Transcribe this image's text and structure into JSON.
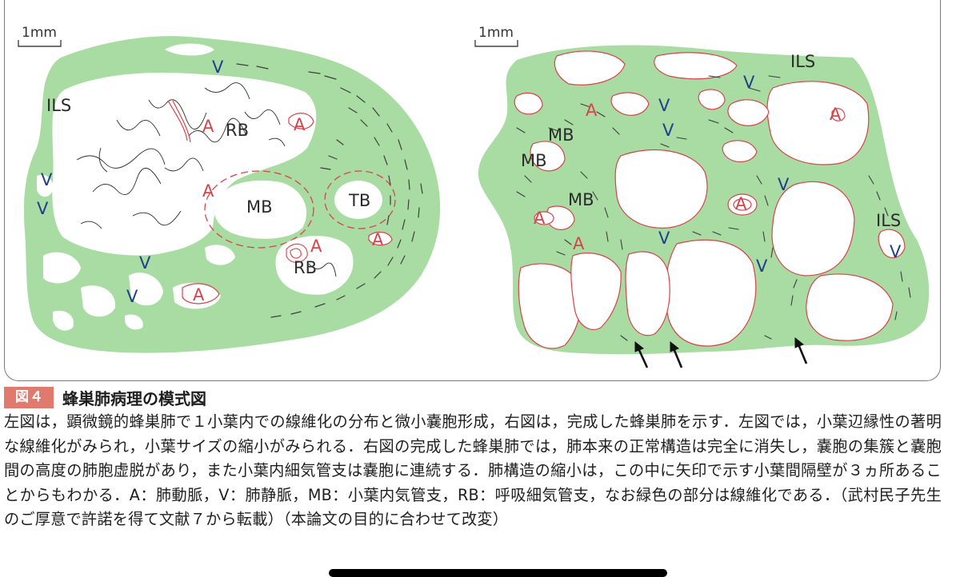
{
  "figure": {
    "badge": "図４",
    "title": "蜂巣肺病理の模式図",
    "caption": "左図は，顕微鏡的蜂巣肺で１小葉内での線維化の分布と微小嚢胞形成，右図は，完成した蜂巣肺を示す．左図では，小葉辺縁性の著明な線維化がみられ，小葉サイズの縮小がみられる．右図の完成した蜂巣肺では，肺本来の正常構造は完全に消失し，嚢胞の集簇と嚢胞間の高度の肺胞虚脱があり，また小葉内細気管支は嚢胞に連続する．肺構造の縮小は，この中に矢印で示す小葉間隔壁が３ヵ所あることからもわかる．A：肺動脈，V：肺静脈，MB：小葉内気管支，RB：呼吸細気管支，なお緑色の部分は線維化である．（武村民子先生のご厚意で許諾を得て文献７から転載）（本論文の目的に合わせて改変）"
  },
  "left_panel": {
    "scale_label": "1mm",
    "labels": {
      "ils": "ILS",
      "v1": "V",
      "v2": "V",
      "v3": "V",
      "v4": "V",
      "v5": "V",
      "a1": "A",
      "a2": "A",
      "a3": "A",
      "a4": "A",
      "a5": "A",
      "a6": "A",
      "rb1": "RB",
      "rb2": "RB",
      "mb": "MB",
      "tb": "TB"
    }
  },
  "right_panel": {
    "scale_label": "1mm",
    "labels": {
      "ils1": "ILS",
      "ils2": "ILS",
      "v1": "V",
      "v2": "V",
      "v3": "V",
      "v4": "V",
      "v5": "V",
      "v6": "V",
      "v7": "V",
      "a1": "A",
      "a2": "A",
      "a3": "A",
      "a4": "A",
      "a5": "A",
      "mb1": "MB",
      "mb2": "MB",
      "mb3": "MB"
    },
    "arrow_count": 3
  },
  "colors": {
    "fibrosis": "#a9dca2",
    "artery": "#d8434a",
    "vein": "#1f3f8c",
    "badge": "#e07a6e"
  }
}
